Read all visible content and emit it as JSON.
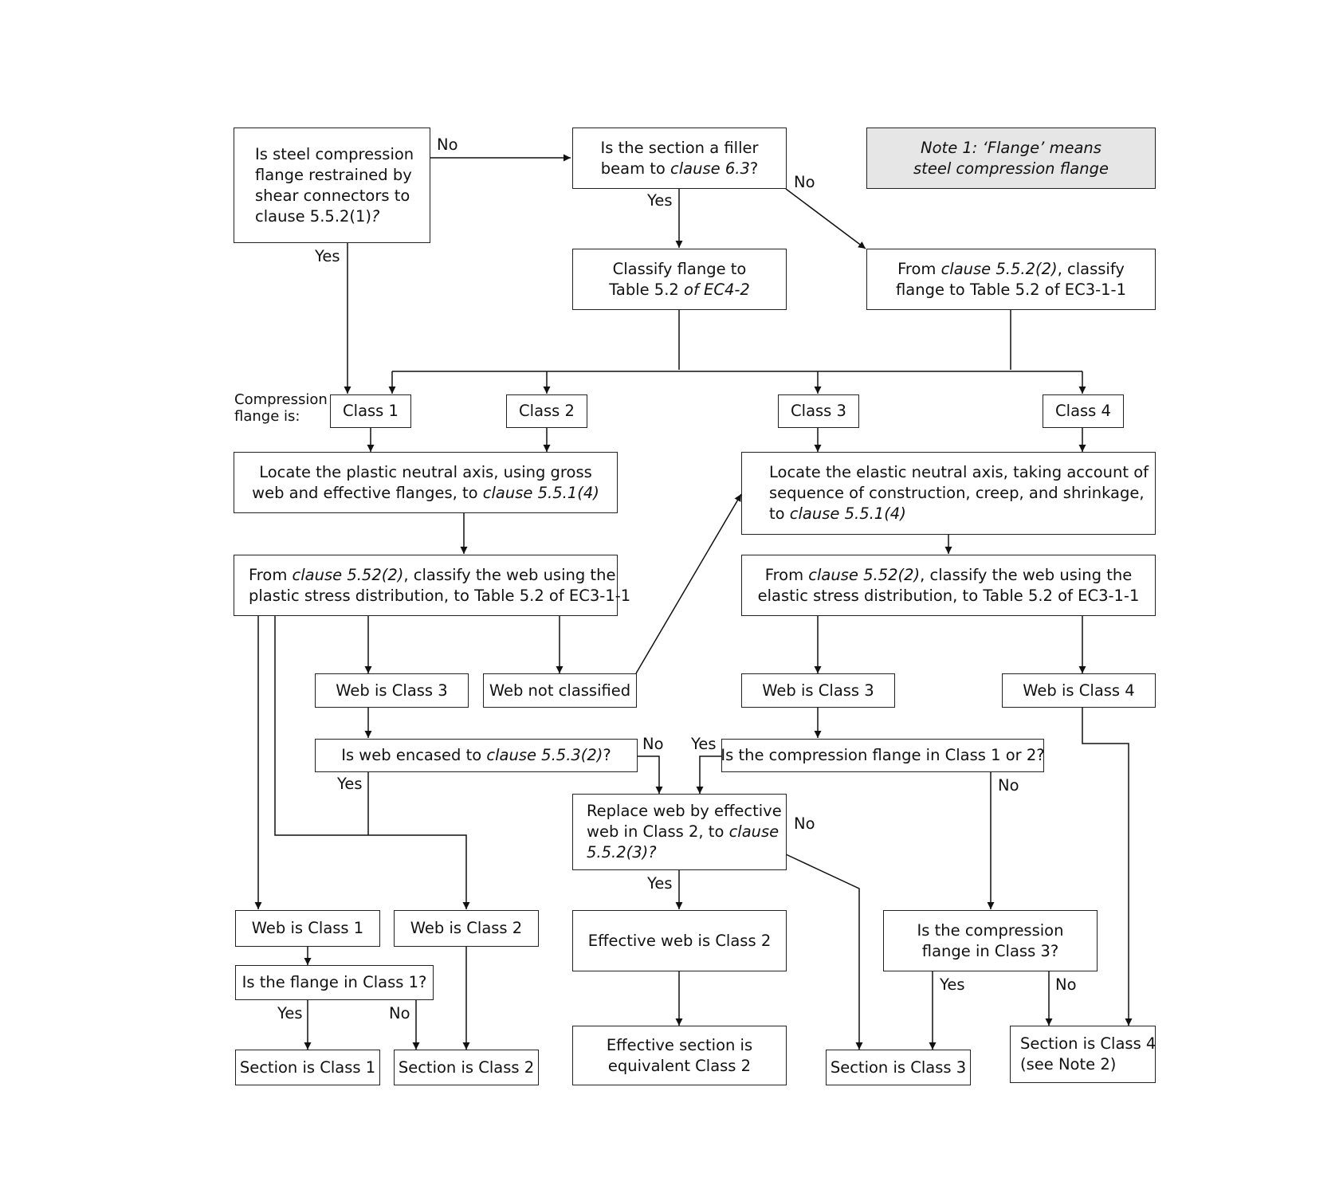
{
  "nodes": {
    "q_restrained": [
      "Is steel compression",
      "flange restrained by",
      "shear connectors to",
      [
        "clause 5.5.2(1)",
        "?"
      ]
    ],
    "q_filler": [
      "Is the section a filler",
      [
        "beam to ",
        "clause 6.3",
        "?"
      ]
    ],
    "note1": [
      "Note 1: ‘Flange’ means",
      "steel compression flange"
    ],
    "classify_ec4": [
      "Classify flange to",
      [
        "Table 5.2",
        " of EC4-2"
      ]
    ],
    "classify_ec3": [
      [
        "From ",
        "clause 5.5.2(2)",
        ", classify"
      ],
      "flange to Table 5.2 of EC3-1-1"
    ],
    "class1": [
      "Class 1"
    ],
    "class2": [
      "Class 2"
    ],
    "class3": [
      "Class 3"
    ],
    "class4": [
      "Class 4"
    ],
    "pna": [
      "Locate the plastic neutral axis, using gross",
      [
        "web and effective flanges, to ",
        "clause 5.5.1(4)"
      ]
    ],
    "ena": [
      "Locate the elastic neutral axis, taking account of",
      "sequence of construction, creep, and shrinkage,",
      [
        "to ",
        "clause 5.5.1(4)"
      ]
    ],
    "web_plastic": [
      [
        "From ",
        "clause 5.52(2)",
        ", classify the web using the"
      ],
      "plastic stress distribution, to Table 5.2 of EC3-1-1"
    ],
    "web_elastic": [
      [
        "From ",
        "clause 5.52(2)",
        ", classify the web using the"
      ],
      "elastic stress distribution, to Table 5.2 of EC3-1-1"
    ],
    "web3_left": [
      "Web is Class 3"
    ],
    "web_not_classified": [
      "Web not classified"
    ],
    "web3_right": [
      "Web is Class 3"
    ],
    "web4": [
      "Web is Class 4"
    ],
    "q_encased": [
      [
        "Is web encased to ",
        "clause 5.5.3(2)",
        "?"
      ]
    ],
    "q_flange12": [
      "Is the compression flange in Class 1 or 2?"
    ],
    "replace_web": [
      "Replace web by effective",
      [
        "web in Class 2, to ",
        "clause"
      ],
      [
        [
          "5.5.2(3)"
        ],
        "?"
      ]
    ],
    "web1": [
      "Web is Class 1"
    ],
    "web2": [
      "Web is Class 2"
    ],
    "q_flange1": [
      "Is the flange in Class 1?"
    ],
    "eff_web2": [
      "Effective web is Class 2"
    ],
    "q_flange3": [
      "Is the compression",
      "flange in Class 3?"
    ],
    "sec1": [
      "Section is Class 1"
    ],
    "sec2": [
      "Section is Class 2"
    ],
    "eff_sec": [
      "Effective section is",
      "equivalent Class 2"
    ],
    "sec3": [
      "Section is Class 3"
    ],
    "sec4": [
      "Section is Class 4",
      "(see Note 2)"
    ]
  },
  "labels": {
    "no_restrained": "No",
    "yes_restrained": "Yes",
    "yes_filler": "Yes",
    "no_filler": "No",
    "comp_flange_1": "Compression",
    "comp_flange_2": "flange is:",
    "no_encased": "No",
    "yes_encased": "Yes",
    "yes_flange12": "Yes",
    "no_flange12": "No",
    "no_replace": "No",
    "yes_replace": "Yes",
    "yes_flange1": "Yes",
    "no_flange1": "No",
    "yes_flange3": "Yes",
    "no_flange3": "No"
  }
}
